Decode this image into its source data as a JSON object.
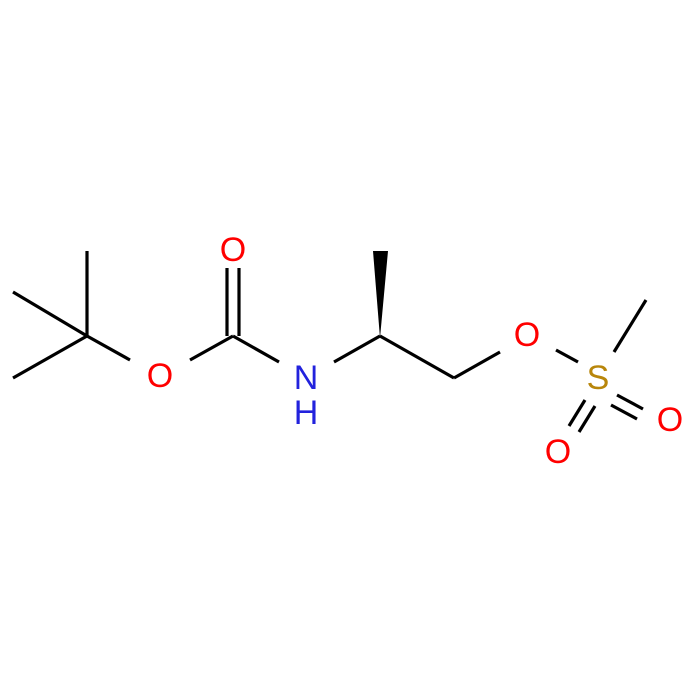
{
  "colors": {
    "bond": "#000000",
    "oxygen": "#ff0000",
    "nitrogen": "#2222dd",
    "sulfur": "#b8860b"
  },
  "atoms": {
    "carbonyl_oxygen": "O",
    "ester_oxygen": "O",
    "nitrogen": "N",
    "hydrogen": "H",
    "mesylate_oxygen": "O",
    "sulfur": "S",
    "sulfonyl_oxygen_right": "O",
    "sulfonyl_oxygen_bottom": "O"
  }
}
